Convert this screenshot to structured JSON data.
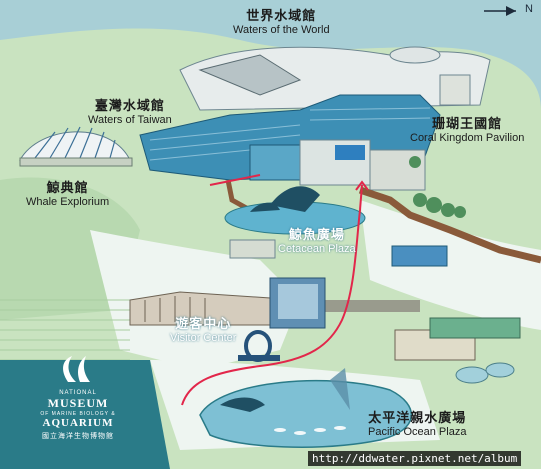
{
  "north": {
    "label": "N"
  },
  "places": {
    "waters_world": {
      "zh": "世界水域館",
      "en": "Waters of the World"
    },
    "waters_taiwan": {
      "zh": "臺灣水域館",
      "en": "Waters of Taiwan"
    },
    "coral_kingdom": {
      "zh": "珊瑚王國館",
      "en": "Coral Kingdom Pavilion"
    },
    "whale": {
      "zh": "鯨典館",
      "en": "Whale Explorium"
    },
    "cetacean": {
      "zh": "鯨魚廣場",
      "en": "Cetacean Plaza"
    },
    "visitor": {
      "zh": "遊客中心",
      "en": "Visitor Center"
    },
    "pacific": {
      "zh": "太平洋親水廣場",
      "en": "Pacific Ocean Plaza"
    }
  },
  "logo": {
    "line1": "NATIONAL",
    "line2": "MUSEUM",
    "line3": "OF MARINE BIOLOGY &",
    "line4": "AQUARIUM",
    "line5": "國立海洋生物博物館"
  },
  "watermark": "http://ddwater.pixnet.net/album",
  "colors": {
    "sea": "#a8cfd6",
    "land": "#c9e3c0",
    "roof": "#3d8fb5",
    "path": "#e2264a",
    "road": "#8a5a3a"
  }
}
